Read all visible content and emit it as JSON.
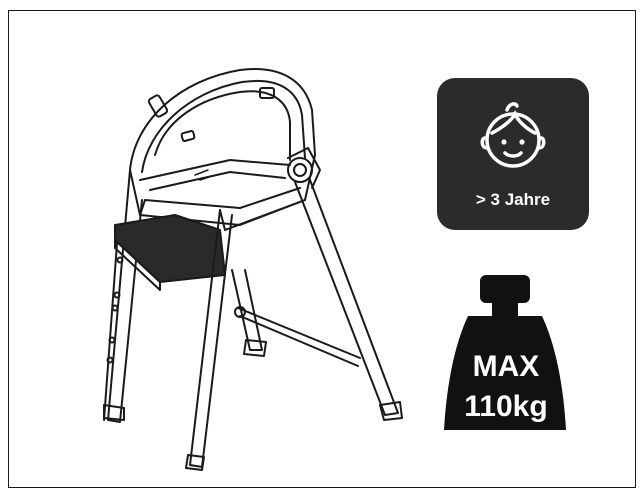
{
  "age_badge": {
    "label": "> 3 Jahre",
    "icon": "child-face-icon",
    "background": "#2b2b2b"
  },
  "weight_limit": {
    "line1": "MAX",
    "line2": "110kg",
    "icon": "weight-icon",
    "color": "#111111"
  },
  "illustration": {
    "icon": "high-chair-illustration"
  }
}
